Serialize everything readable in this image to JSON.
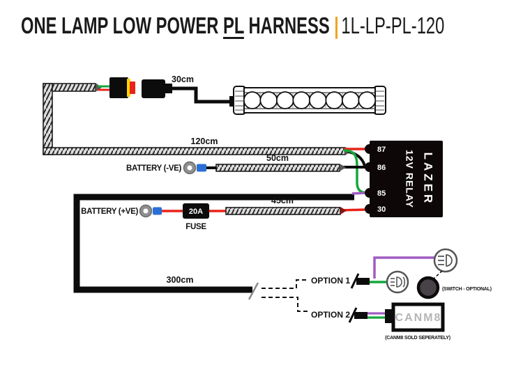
{
  "title": {
    "part1": "ONE LAMP LOW POWER ",
    "pl": "PL",
    "part2": " HARNESS",
    "separator": "|",
    "code": "1L-LP-PL-120"
  },
  "colors": {
    "accent_orange": "#f0a31d",
    "wire_red": "#e8231a",
    "wire_green": "#14a73c",
    "wire_purple": "#a05cc2",
    "crimp_blue": "#2a6fd4",
    "relay_black": "#0d0708",
    "canm8_gray": "#b5b5b5"
  },
  "labels": {
    "wire_30": "30cm",
    "wire_120": "120cm",
    "wire_50": "50cm",
    "wire_45": "45cm",
    "wire_300": "300cm",
    "battery_neg": "BATTERY (-VE)",
    "battery_pos": "BATTERY (+VE)",
    "fuse_rating": "20A",
    "fuse": "FUSE",
    "option1": "OPTION 1",
    "option2": "OPTION 2",
    "switch_note": "(SWITCH - OPTIONAL)",
    "canm8": "CANM8",
    "canm8_note": "(CANM8 SOLD SEPERATELY)"
  },
  "relay": {
    "pins": [
      "87",
      "86",
      "85",
      "30"
    ],
    "title": "12V RELAY",
    "brand": "LAZER"
  }
}
